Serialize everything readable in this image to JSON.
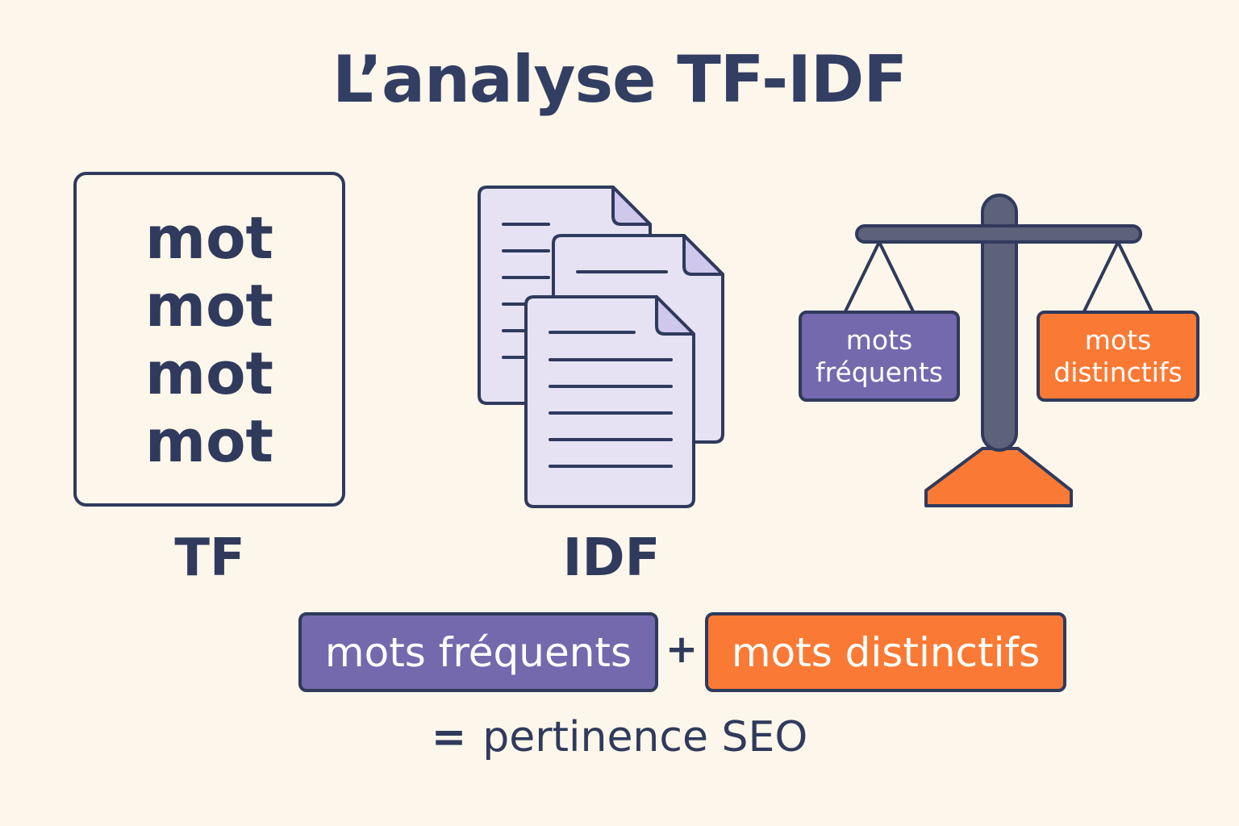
{
  "title": "L’analyse TF-IDF",
  "tf": {
    "words": [
      "mot",
      "mot",
      "mot",
      "mot"
    ],
    "label": "TF"
  },
  "idf": {
    "label": "IDF",
    "icon": "stacked-documents-icon"
  },
  "balance": {
    "icon": "scale-icon",
    "left_pan": [
      "mots",
      "fréquents"
    ],
    "right_pan": [
      "mots",
      "distinctifs"
    ]
  },
  "formula": {
    "term1": "mots fréquents",
    "operator": "+",
    "term2": "mots distinctifs",
    "equals": "=",
    "result": "pertinence SEO"
  },
  "colors": {
    "background": "#fdf6ea",
    "ink": "#2f3a5c",
    "purple": "#7469ad",
    "orange": "#fa7a35",
    "document": "#e6e2f4"
  }
}
